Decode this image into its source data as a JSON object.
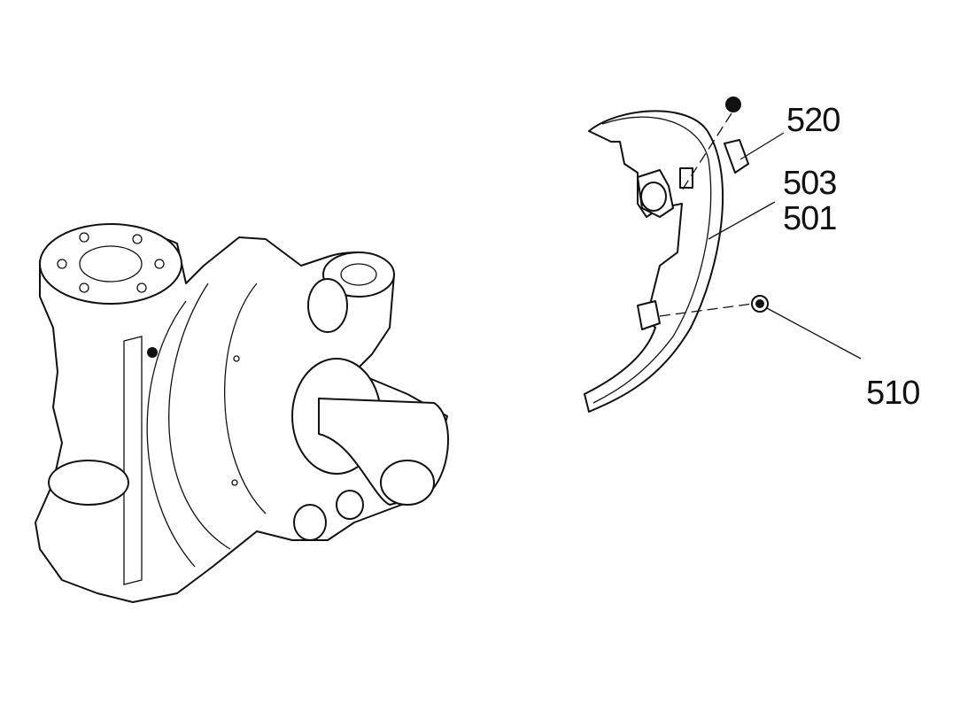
{
  "diagram": {
    "callouts": [
      {
        "id": "520",
        "label": "520"
      },
      {
        "id": "503",
        "label": "503"
      },
      {
        "id": "501",
        "label": "501"
      },
      {
        "id": "510",
        "label": "510"
      }
    ]
  }
}
